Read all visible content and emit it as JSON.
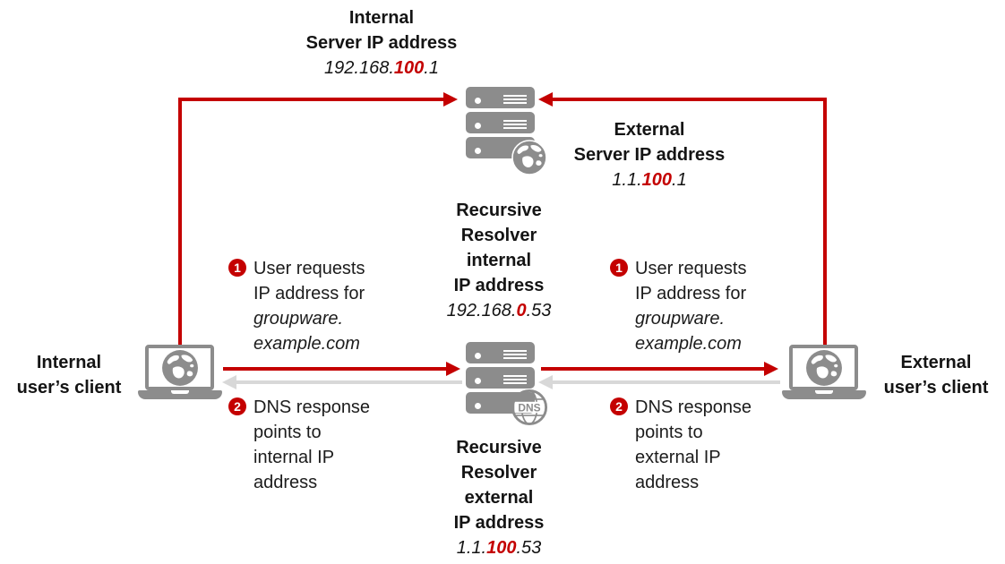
{
  "colors": {
    "red": "#c40000",
    "icon_gray": "#8c8c8c",
    "arrow_gray": "#d8d8d8",
    "text": "#141414",
    "badge_text": "#ffffff"
  },
  "nodes": {
    "internal_server_label": {
      "lines": [
        "Internal",
        "Server IP address"
      ],
      "ip": {
        "pre": "192.168.",
        "highlight": "100",
        "post": ".1"
      }
    },
    "external_server_label": {
      "lines": [
        "External",
        "Server IP address"
      ],
      "ip": {
        "pre": "1.1.",
        "highlight": "100",
        "post": ".1"
      }
    },
    "resolver_internal_label": {
      "lines": [
        "Recursive",
        "Resolver",
        "internal",
        "IP address"
      ],
      "ip": {
        "pre": "192.168.",
        "highlight": "0",
        "post": ".53"
      }
    },
    "resolver_external_label": {
      "lines": [
        "Recursive",
        "Resolver",
        "external",
        "IP address"
      ],
      "ip": {
        "pre": "1.1.",
        "highlight": "100",
        "post": ".53"
      }
    },
    "internal_client_label": {
      "lines": [
        "Internal",
        "user’s client"
      ]
    },
    "external_client_label": {
      "lines": [
        "External",
        "user’s client"
      ]
    }
  },
  "annotations": {
    "left_request": {
      "badge": "1",
      "lines": [
        "User requests",
        "IP address for",
        "groupware.",
        "example.com"
      ]
    },
    "right_request": {
      "badge": "1",
      "lines": [
        "User requests",
        "IP address for",
        "groupware.",
        "example.com"
      ]
    },
    "left_response": {
      "badge": "2",
      "lines": [
        "DNS response",
        "points to",
        "internal IP",
        "address"
      ]
    },
    "right_response": {
      "badge": "2",
      "lines": [
        "DNS response",
        "points to",
        "external IP",
        "address"
      ]
    }
  },
  "icons": {
    "dns_badge_label": "DNS"
  }
}
